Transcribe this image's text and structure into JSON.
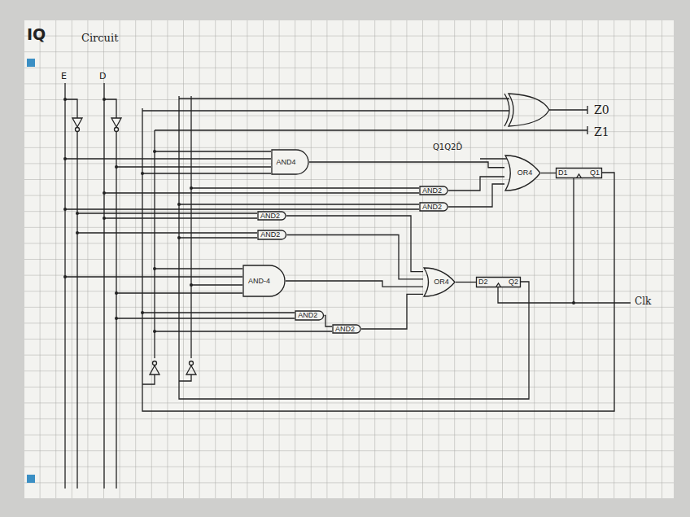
{
  "diagram": {
    "nodes": [
      {
        "text": [
          "AND4"
        ]
      },
      {
        "text": [
          "OR4"
        ]
      },
      {
        "text": [
          "D1",
          "Q1"
        ]
      },
      {
        "text": [
          "AND2"
        ]
      },
      {
        "text": [
          "AND2"
        ]
      },
      {
        "text": [
          "AND2"
        ]
      },
      {
        "text": [
          "AND2"
        ]
      },
      {
        "text": [
          "AND-4"
        ]
      },
      {
        "text": [
          "OR4"
        ]
      },
      {
        "text": [
          "D2",
          "Q2"
        ]
      },
      {
        "text": [
          "AND2"
        ]
      },
      {
        "text": [
          "AND2"
        ]
      }
    ],
    "edges": [
      {
        "from": 0,
        "to": 1,
        "arrow": "none"
      },
      {
        "from": 3,
        "to": 1,
        "arrow": "none"
      },
      {
        "from": 4,
        "to": 1,
        "arrow": "none"
      },
      {
        "from": 1,
        "to": 2,
        "arrow": "none"
      },
      {
        "from": 5,
        "to": 8,
        "arrow": "none"
      },
      {
        "from": 6,
        "to": 8,
        "arrow": "none"
      },
      {
        "from": 7,
        "to": 8,
        "arrow": "none"
      },
      {
        "from": 10,
        "to": 11,
        "arrow": "none"
      },
      {
        "from": 11,
        "to": 8,
        "arrow": "none"
      },
      {
        "from": 8,
        "to": 9,
        "arrow": "none"
      }
    ],
    "labels": [
      "IQ",
      "Circuit",
      "E",
      "D",
      "Z0",
      "Z1",
      "Q1Q2D̄",
      "Clk"
    ]
  }
}
